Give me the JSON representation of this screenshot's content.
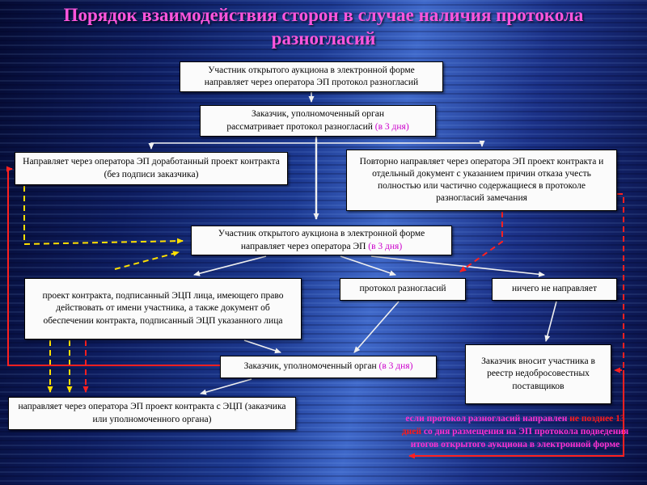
{
  "title": {
    "text": "Порядок взаимодействия сторон в случае наличия протокола разногласий"
  },
  "nodes": {
    "participant_sends_protocol": "Участник открытого аукциона в электронной форме направляет через оператора ЭП протокол разногласий",
    "customer_reviews_line1": "Заказчик, уполномоченный орган",
    "customer_reviews_line2": "рассматривает протокол разногласий",
    "customer_reviews_term": "(в 3 дня)",
    "sends_revised_draft": "Направляет через оператора ЭП доработанный проект контракта (без подписи заказчика)",
    "resends_with_refusal": "Повторно направляет через оператора ЭП проект контракта и отдельный документ с указанием причин отказа учесть полностью или частично содержащиеся в протоколе разногласий замечания",
    "participant_sends_line1": "Участник открытого аукциона в электронной форме",
    "participant_sends_line2": "направляет через оператора ЭП",
    "participant_sends_term": "(в 3 дня)",
    "signed_contract": "проект контракта, подписанный ЭЦП лица, имеющего право действовать от имени участника, а также документ об обеспечении контракта, подписанный ЭЦП указанного лица",
    "protocol_of_disagreements": "протокол разногласий",
    "sends_nothing": "ничего не направляет",
    "customer_final": "Заказчик, уполномоченный орган",
    "customer_final_term": "(в 3 дня)",
    "registry": "Заказчик вносит участника в реестр недобросовестных поставщиков",
    "sends_signed_contract": "направляет через оператора ЭП проект контракта с ЭЦП (заказчика или уполномоченного органа)",
    "note_part1": "если протокол разногласий направлен ",
    "note_red": "не позднее 13 дней",
    "note_part2": " со дня размещения на ЭП протокола подведения итогов открытого аукциона в электронной форме"
  },
  "colors": {
    "title": "#ff55dd",
    "highlight": "#cc00cc",
    "note": "#ff2fd0",
    "note_red": "#ff1a1a",
    "box_background": "#fbfbfb",
    "box_border": "#000000",
    "arrow_white": "#f0f0f0",
    "arrow_yellow": "#ffe000",
    "arrow_red": "#ff2020"
  }
}
